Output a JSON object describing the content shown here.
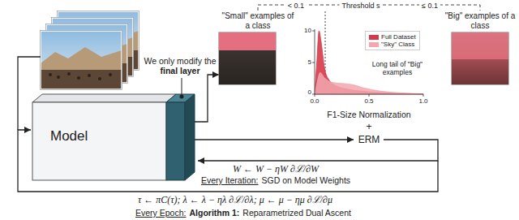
{
  "diagram": {
    "nodes": [
      {
        "text": [
          "Model"
        ]
      },
      {
        "text": [
          "\"Small\" examples of a class"
        ]
      },
      {
        "text": [
          "\"Big\" examples of a class"
        ]
      }
    ],
    "edges": [
      {
        "from": 0,
        "to": 1,
        "arrow": "to"
      }
    ],
    "labels": [
      "We only modify the",
      "final layer",
      "< 0.1",
      "Threshold s",
      "≤ 0.1",
      "10",
      "5",
      "0",
      "0.0",
      "0.5",
      "1.0",
      "Long tail of \"Big\" examples",
      "F1-Size Normalization",
      "+",
      "ERM",
      "W ← W − ηW ∂ℒ/∂W",
      "Every Iteration:",
      "SGD on Model Weights",
      "τ ← πC(τ); λ ← λ − ηλ ∂ℒ/∂λ; μ ← μ − ημ ∂ℒ/∂μ",
      "Every Epoch:",
      "Algorithm 1:",
      "Reparametrized Dual Ascent"
    ],
    "legend": [
      {
        "text": "Full Dataset",
        "color": "#d63a4a"
      },
      {
        "text": "\"Sky\" Class",
        "color": "#f2a7ae"
      }
    ]
  }
}
